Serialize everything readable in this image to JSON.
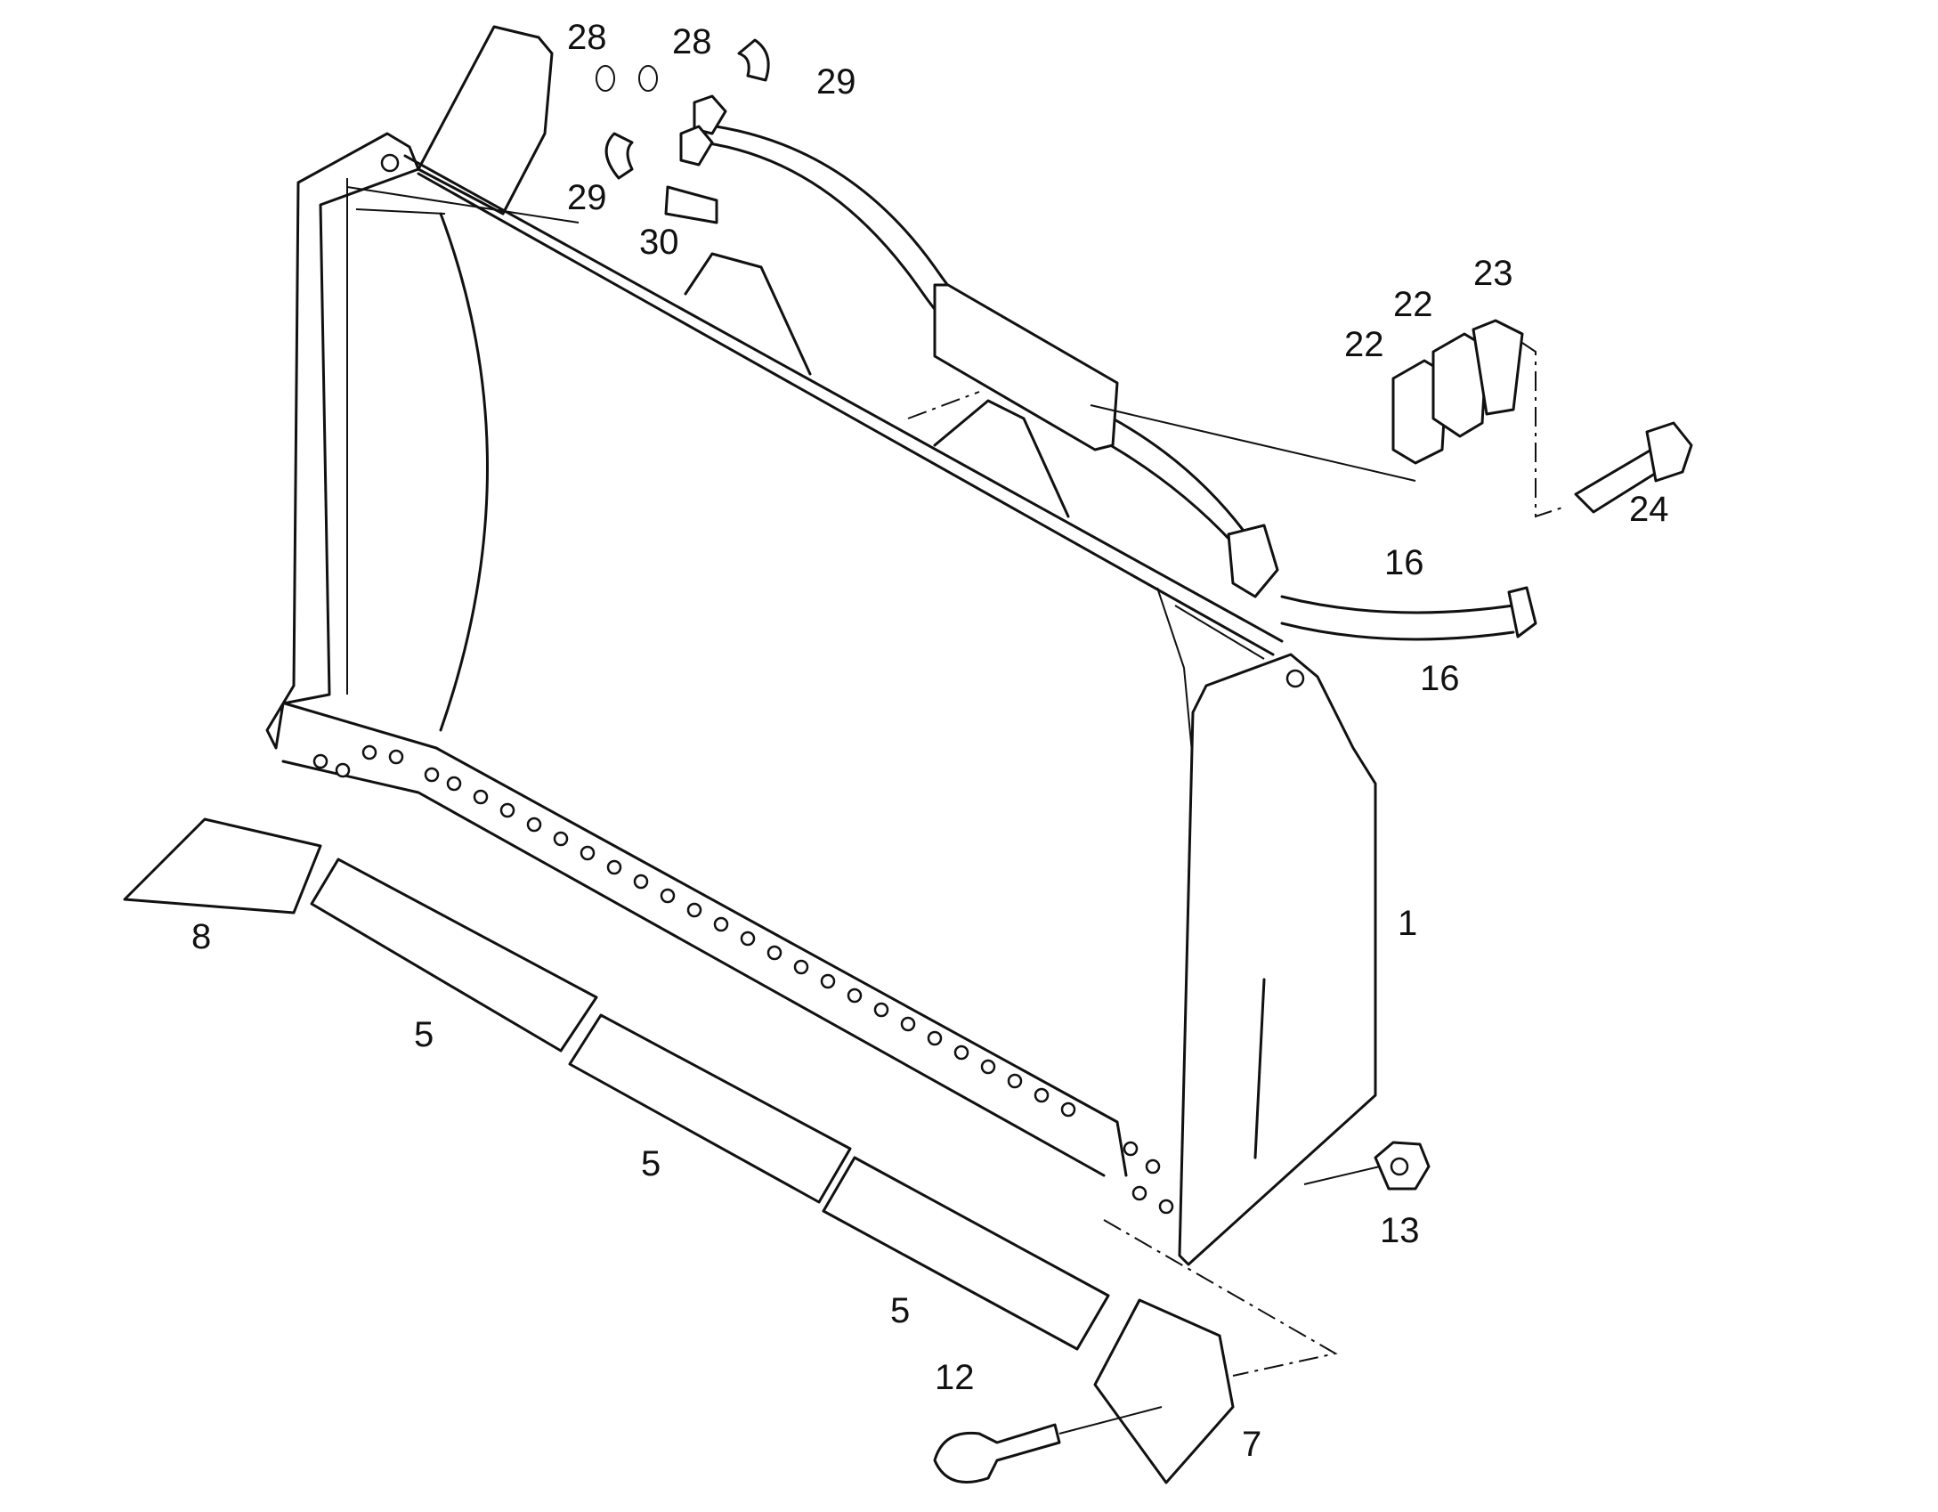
{
  "callouts": [
    {
      "id": "c1",
      "text": "1"
    },
    {
      "id": "c5a",
      "text": "5"
    },
    {
      "id": "c5b",
      "text": "5"
    },
    {
      "id": "c5c",
      "text": "5"
    },
    {
      "id": "c7",
      "text": "7"
    },
    {
      "id": "c8",
      "text": "8"
    },
    {
      "id": "c12",
      "text": "12"
    },
    {
      "id": "c13",
      "text": "13"
    },
    {
      "id": "c16a",
      "text": "16"
    },
    {
      "id": "c16b",
      "text": "16"
    },
    {
      "id": "c22a",
      "text": "22"
    },
    {
      "id": "c22b",
      "text": "22"
    },
    {
      "id": "c23",
      "text": "23"
    },
    {
      "id": "c24",
      "text": "24"
    },
    {
      "id": "c28a",
      "text": "28"
    },
    {
      "id": "c28b",
      "text": "28"
    },
    {
      "id": "c29a",
      "text": "29"
    },
    {
      "id": "c29b",
      "text": "29"
    },
    {
      "id": "c30",
      "text": "30"
    }
  ],
  "colors": {
    "line": "#111111",
    "background": "#ffffff"
  }
}
